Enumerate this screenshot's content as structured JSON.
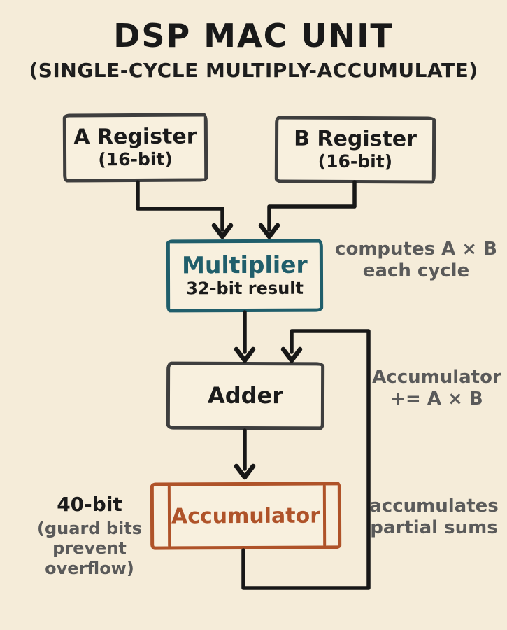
{
  "header": {
    "title": "DSP MAC UNIT",
    "subtitle": "(SINGLE-CYCLE MULTIPLY-ACCUMULATE)"
  },
  "blocks": {
    "register_a": {
      "label": "A Register",
      "sublabel": "(16-bit)"
    },
    "register_b": {
      "label": "B Register",
      "sublabel": "(16-bit)"
    },
    "multiplier": {
      "label": "Multiplier",
      "sublabel": "32-bit result"
    },
    "adder": {
      "label": "Adder"
    },
    "accumulator": {
      "label": "Accumulator"
    }
  },
  "annotations": {
    "multiplier_note": {
      "line1": "computes A × B",
      "line2": "each cycle"
    },
    "feedback_note": {
      "line1": "Accumulator",
      "line2": "+= A × B"
    },
    "accumulator_note": {
      "line1": "accumulates",
      "line2": "partial sums"
    },
    "width_note": {
      "line1": "40-bit",
      "line2": "(guard bits",
      "line3": "prevent overflow)"
    }
  },
  "colors": {
    "background": "#f5ecd9",
    "box_border_gray": "#3e3e3e",
    "multiplier_teal": "#205e6b",
    "accumulator_orange": "#af5329",
    "annotation_gray": "#5a5a5a",
    "connector_black": "#171717"
  }
}
